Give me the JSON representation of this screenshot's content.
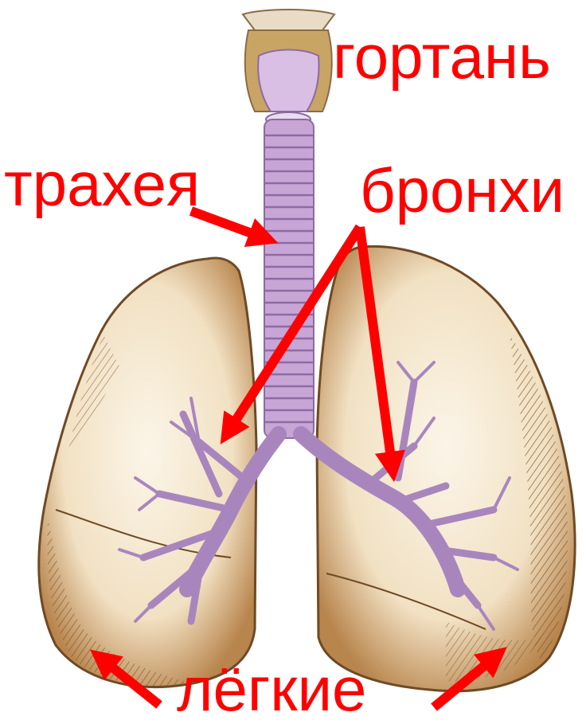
{
  "labels": {
    "larynx": "гортань",
    "trachea": "трахея",
    "bronchi": "бронхи",
    "lungs": "лёгкие"
  },
  "colors": {
    "label": "#ff0000",
    "arrow": "#ff0000",
    "lung_fill": "#f6ecd8",
    "lung_shade": "#b27f47",
    "lung_outline": "#6e4a25",
    "airway": "#c7a6d6",
    "airway_outline": "#8e6aa3"
  }
}
